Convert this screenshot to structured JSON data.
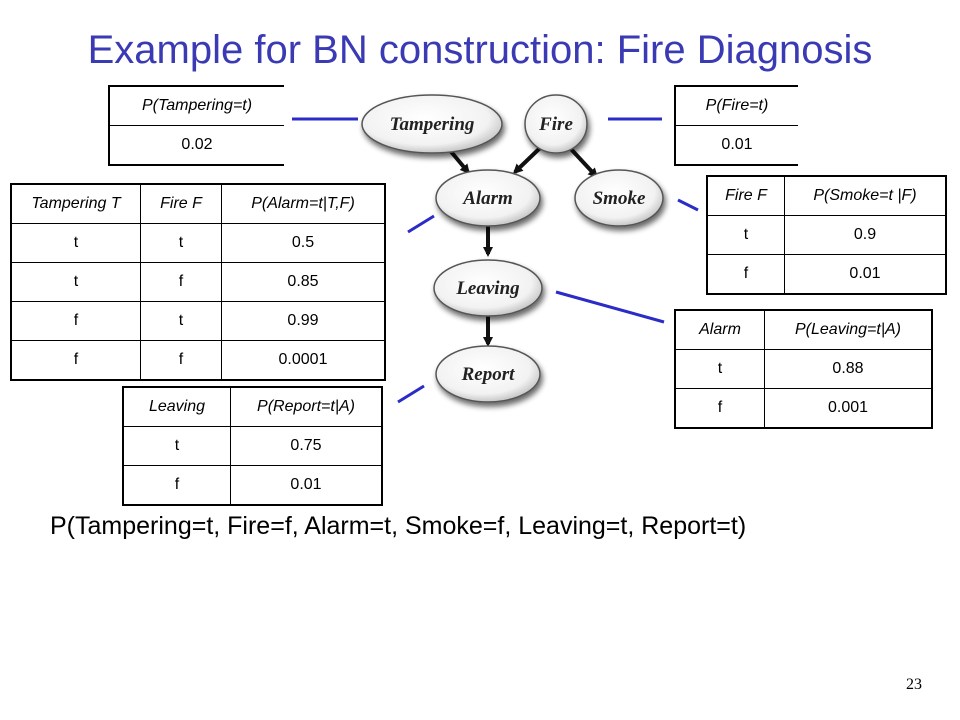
{
  "title": "Example for BN construction: Fire Diagnosis",
  "nodes": {
    "tampering": "Tampering",
    "fire": "Fire",
    "alarm": "Alarm",
    "smoke": "Smoke",
    "leaving": "Leaving",
    "report": "Report"
  },
  "cpt_tampering": {
    "header": "P(Tampering=t)",
    "value": "0.02"
  },
  "cpt_fire": {
    "header": "P(Fire=t)",
    "value": "0.01"
  },
  "cpt_alarm": {
    "headers": [
      "Tampering T",
      "Fire F",
      "P(Alarm=t|T,F)"
    ],
    "rows": [
      [
        "t",
        "t",
        "0.5"
      ],
      [
        "t",
        "f",
        "0.85"
      ],
      [
        "f",
        "t",
        "0.99"
      ],
      [
        "f",
        "f",
        "0.0001"
      ]
    ]
  },
  "cpt_smoke": {
    "headers": [
      "Fire F",
      "P(Smoke=t |F)"
    ],
    "rows": [
      [
        "t",
        "0.9"
      ],
      [
        "f",
        "0.01"
      ]
    ]
  },
  "cpt_leaving": {
    "headers": [
      "Alarm",
      "P(Leaving=t|A)"
    ],
    "rows": [
      [
        "t",
        "0.88"
      ],
      [
        "f",
        "0.001"
      ]
    ]
  },
  "cpt_report": {
    "headers": [
      "Leaving",
      "P(Report=t|A)"
    ],
    "rows": [
      [
        "t",
        "0.75"
      ],
      [
        "f",
        "0.01"
      ]
    ]
  },
  "query": "P(Tampering=t, Fire=f, Alarm=t, Smoke=f, Leaving=t, Report=t)",
  "page_number": "23",
  "colors": {
    "title": "#3a3ab4",
    "connector": "#2b2bc8"
  }
}
